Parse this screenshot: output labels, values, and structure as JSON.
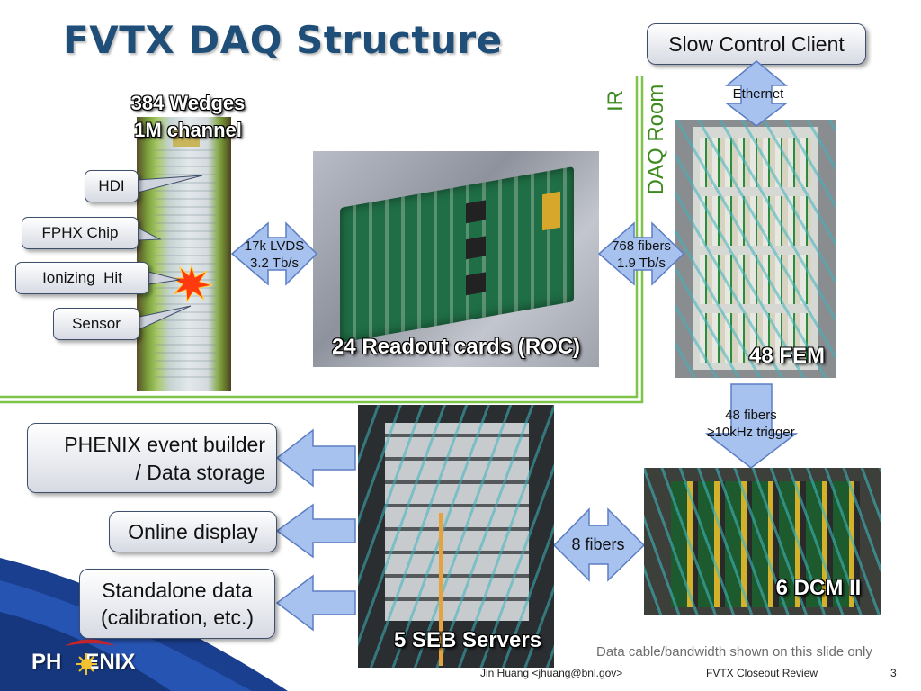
{
  "slide": {
    "title": "FVTX DAQ Structure",
    "page_number": "3",
    "author": "Jin Huang <jhuang@bnl.gov>",
    "footer_title": "FVTX Closeout Review",
    "note": "Data cable/bandwidth shown on this slide only",
    "logo": {
      "left": "PH",
      "right": "ENIX"
    }
  },
  "zones": {
    "ir": "IR",
    "daq_room": "DAQ Room"
  },
  "detector": {
    "wedges": "384 Wedges",
    "channels": "1M channel",
    "callouts": [
      "HDI",
      "FPHX Chip",
      "Ionizing  Hit",
      "Sensor"
    ]
  },
  "links": {
    "lvds": [
      "17k LVDS",
      "3.2 Tb/s"
    ],
    "fibers_768": [
      "768 fibers",
      "1.9 Tb/s"
    ],
    "ethernet": "Ethernet",
    "fibers_48": [
      "48 fibers",
      "≥10kHz trigger"
    ],
    "fibers_8": "8 fibers"
  },
  "components": {
    "roc": "24 Readout cards (ROC)",
    "fem": "48 FEM",
    "dcm": "6 DCM II",
    "seb": "5 SEB Servers"
  },
  "clients": {
    "slow_control": "Slow Control Client",
    "event_builder": [
      "PHENIX event builder",
      "/ Data storage"
    ],
    "online_display": "Online display",
    "standalone": [
      "Standalone data",
      "(calibration, etc.)"
    ]
  },
  "colors": {
    "title": "#1f4f78",
    "arrow_fill": "#a7c2ee",
    "arrow_stroke": "#5b7dc4",
    "divider": "#7ec44b",
    "hit": "#ff3a0f"
  }
}
